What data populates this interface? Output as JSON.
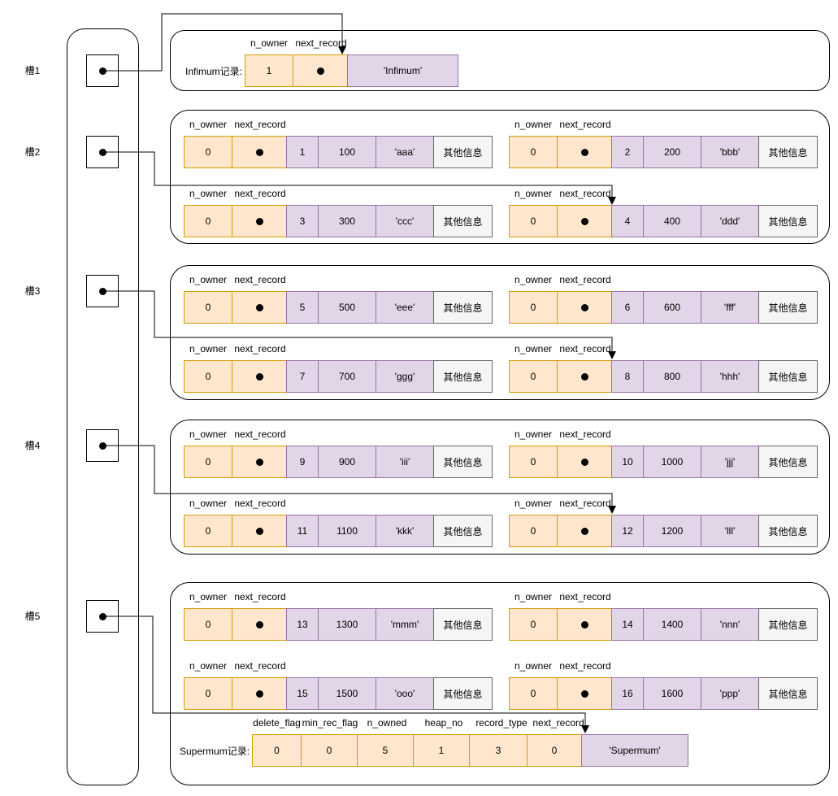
{
  "colors": {
    "orange_fill": "#FFE6CC",
    "orange_stroke": "#D79B00",
    "purple_fill": "#E1D5E7",
    "purple_stroke": "#9673A6",
    "gray_fill": "#F5F5F5",
    "gray_stroke": "#666666",
    "line": "#000000"
  },
  "slots": [
    {
      "label": "槽1"
    },
    {
      "label": "槽2"
    },
    {
      "label": "槽3"
    },
    {
      "label": "槽4"
    },
    {
      "label": "槽5"
    }
  ],
  "record_headers": {
    "n_owner": "n_owner",
    "next_record": "next_record"
  },
  "other_info_label": "其他信息",
  "infimum": {
    "label": "Infimum记录:",
    "headers": {
      "n_owner": "n_owner",
      "next_record": "next_record"
    },
    "n_owner": "1",
    "value": "'Infimum'"
  },
  "groups": [
    {
      "records": [
        {
          "n_owner": "0",
          "key": "1",
          "column": "100",
          "name": "'aaa'"
        },
        {
          "n_owner": "0",
          "key": "2",
          "column": "200",
          "name": "'bbb'"
        },
        {
          "n_owner": "0",
          "key": "3",
          "column": "300",
          "name": "'ccc'"
        },
        {
          "n_owner": "0",
          "key": "4",
          "column": "400",
          "name": "'ddd'"
        }
      ]
    },
    {
      "records": [
        {
          "n_owner": "0",
          "key": "5",
          "column": "500",
          "name": "'eee'"
        },
        {
          "n_owner": "0",
          "key": "6",
          "column": "600",
          "name": "'fff'"
        },
        {
          "n_owner": "0",
          "key": "7",
          "column": "700",
          "name": "'ggg'"
        },
        {
          "n_owner": "0",
          "key": "8",
          "column": "800",
          "name": "'hhh'"
        }
      ]
    },
    {
      "records": [
        {
          "n_owner": "0",
          "key": "9",
          "column": "900",
          "name": "'iii'"
        },
        {
          "n_owner": "0",
          "key": "10",
          "column": "1000",
          "name": "'jjj'"
        },
        {
          "n_owner": "0",
          "key": "11",
          "column": "1100",
          "name": "'kkk'"
        },
        {
          "n_owner": "0",
          "key": "12",
          "column": "1200",
          "name": "'lll'"
        }
      ]
    },
    {
      "records": [
        {
          "n_owner": "0",
          "key": "13",
          "column": "1300",
          "name": "'mmm'"
        },
        {
          "n_owner": "0",
          "key": "14",
          "column": "1400",
          "name": "'nnn'"
        },
        {
          "n_owner": "0",
          "key": "15",
          "column": "1500",
          "name": "'ooo'"
        },
        {
          "n_owner": "0",
          "key": "16",
          "column": "1600",
          "name": "'ppp'"
        }
      ]
    },
    {
      "note": ""
    }
  ],
  "supremum": {
    "label": "Supermum记录:",
    "headers": [
      "delete_flag",
      "min_rec_flag",
      "n_owned",
      "heap_no",
      "record_type",
      "next_record"
    ],
    "values": [
      "0",
      "0",
      "5",
      "1",
      "3",
      "0"
    ],
    "value": "'Supermum'"
  }
}
